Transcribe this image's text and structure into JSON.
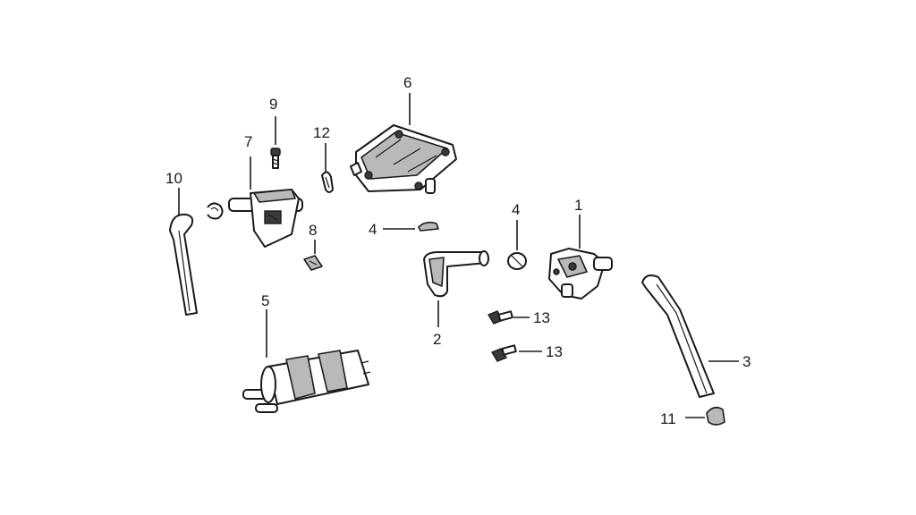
{
  "callouts": {
    "c1": "1",
    "c2": "2",
    "c3": "3",
    "c4a": "4",
    "c4b": "4",
    "c5": "5",
    "c6": "6",
    "c7": "7",
    "c8": "8",
    "c9": "9",
    "c10": "10",
    "c11": "11",
    "c12": "12",
    "c13a": "13",
    "c13b": "13"
  },
  "colors": {
    "line": "#1a1a1a",
    "shade": "#b9b9b9",
    "background": "#ffffff"
  }
}
